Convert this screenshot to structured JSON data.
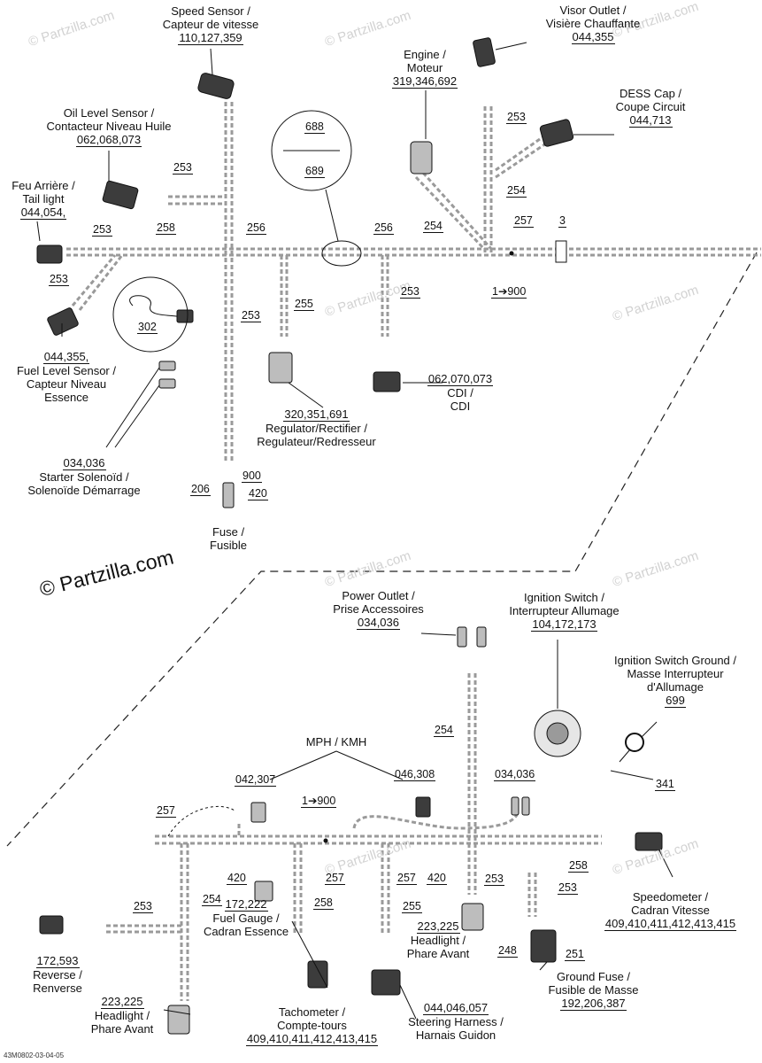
{
  "watermark": "© Partzilla.com",
  "brand": "© Partzilla.com",
  "diagram_code": "43M0802-03-04-05",
  "components": {
    "speed_sensor": {
      "name": [
        "Speed Sensor /",
        "Capteur de vitesse"
      ],
      "ref": "110,127,359"
    },
    "visor_outlet": {
      "name": [
        "Visor Outlet /",
        "Visière Chauffante"
      ],
      "ref": "044,355"
    },
    "engine": {
      "name": [
        "Engine /",
        "Moteur"
      ],
      "ref": "319,346,692"
    },
    "dess_cap": {
      "name": [
        "DESS Cap /",
        "Coupe Circuit"
      ],
      "ref": "044,713"
    },
    "oil_level_sensor": {
      "name": [
        "Oil Level Sensor /",
        "Contacteur Niveau Huile"
      ],
      "ref": "062,068,073"
    },
    "tail_light": {
      "name": [
        "Feu Arrière /",
        "Tail light"
      ],
      "ref": "044,054,"
    },
    "fuel_level_sensor": {
      "ref": "044,355,",
      "name": [
        "Fuel Level Sensor /",
        "Capteur Niveau",
        "Essence"
      ]
    },
    "regulator": {
      "ref": "320,351,691",
      "name": [
        "Regulator/Rectifier /",
        "Regulateur/Redresseur"
      ]
    },
    "cdi": {
      "ref": "062,070,073",
      "name": [
        "CDI /",
        "CDI"
      ]
    },
    "starter_solenoid": {
      "ref": "034,036",
      "name": [
        "Starter Solenoïd /",
        "Solenoïde Démarrage"
      ]
    },
    "fuse": {
      "name": [
        "Fuse /",
        "Fusible"
      ]
    },
    "power_outlet": {
      "name": [
        "Power Outlet /",
        "Prise Accessoires"
      ],
      "ref": "034,036"
    },
    "ignition_switch": {
      "name": [
        "Ignition Switch /",
        "Interrupteur Allumage"
      ],
      "ref": "104,172,173"
    },
    "ignition_switch_ground": {
      "name": [
        "Ignition Switch Ground /",
        "Masse Interrupteur",
        "d'Allumage"
      ],
      "ref": "699"
    },
    "mph_kmh": {
      "name": "MPH / KMH",
      "ref_left": "042,307",
      "ref_right": "046,308"
    },
    "accessory_034": {
      "ref": "034,036"
    },
    "speedometer": {
      "name": [
        "Speedometer /",
        "Cadran Vitesse"
      ],
      "ref": "409,410,411,412,413,415"
    },
    "fuel_gauge": {
      "ref": "172,222",
      "name": [
        "Fuel Gauge /",
        "Cadran Essence"
      ]
    },
    "headlight_center": {
      "ref": "223,225",
      "name": [
        "Headlight /",
        "Phare Avant"
      ]
    },
    "reverse": {
      "ref": "172,593",
      "name": [
        "Reverse /",
        "Renverse"
      ]
    },
    "headlight_left": {
      "ref": "223,225",
      "name": [
        "Headlight /",
        "Phare Avant"
      ]
    },
    "tachometer": {
      "name": [
        "Tachometer /",
        "Compte-tours"
      ],
      "ref": "409,410,411,412,413,415"
    },
    "steering_harness": {
      "ref": "044,046,057",
      "name": [
        "Steering Harness /",
        "Harnais Guidon"
      ]
    },
    "ground_fuse": {
      "name": [
        "Ground Fuse /",
        "Fusible de Masse"
      ],
      "ref": "192,206,387"
    }
  },
  "callouts": {
    "detail_top": "688",
    "detail_bottom": "689",
    "clip_loop": "302",
    "n253": "253",
    "n258": "258",
    "n256": "256",
    "n254": "254",
    "n257": "257",
    "n3": "3",
    "n255": "255",
    "n900": "900",
    "n1_900": "1➔900",
    "n206": "206",
    "n420": "420",
    "n341": "341",
    "n248": "248",
    "n251": "251"
  }
}
